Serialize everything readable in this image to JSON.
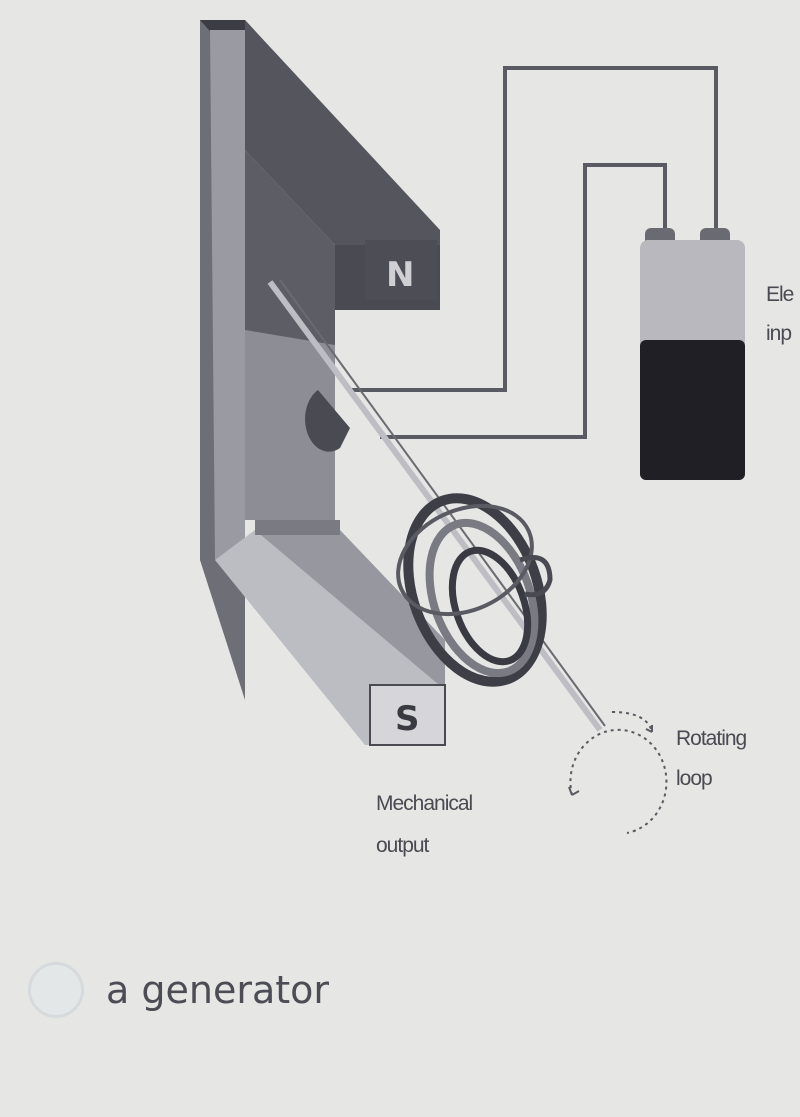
{
  "diagram": {
    "magnet_north_label": "N",
    "magnet_south_label": "S",
    "battery_label_line1": "Ele",
    "battery_label_line2": "inp",
    "rotating_label_line1": "Rotating",
    "rotating_label_line2": "loop",
    "mechanical_label_line1": "Mechanical",
    "mechanical_label_line2": "output"
  },
  "options": [
    {
      "label": "a generator"
    }
  ],
  "colors": {
    "magnet_dark": "#4a4a52",
    "magnet_light": "#a9a9b0",
    "battery_dark": "#1f1f25",
    "background": "#e6e6e4"
  }
}
